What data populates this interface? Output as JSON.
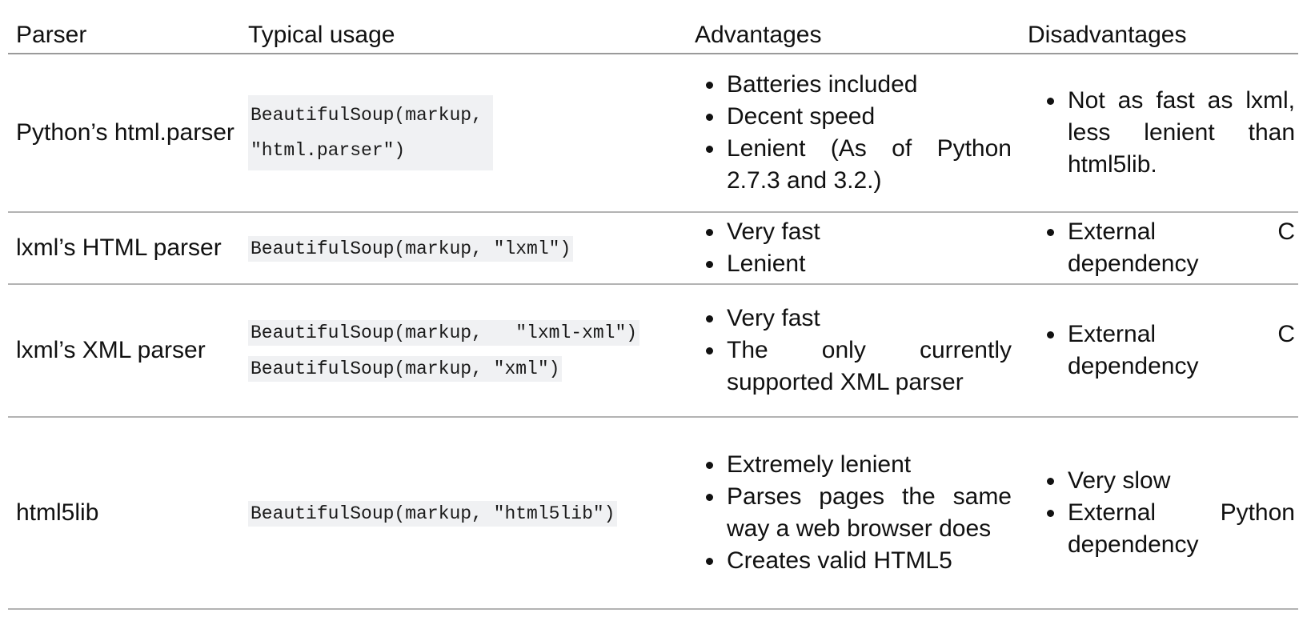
{
  "table": {
    "headers": {
      "parser": "Parser",
      "usage": "Typical usage",
      "advantages": "Advantages",
      "disadvantages": "Disadvantages"
    },
    "rows": [
      {
        "name": "Python’s html.parser",
        "usage": [
          "BeautifulSoup(markup, \"html.parser\")"
        ],
        "advantages": [
          "Batteries included",
          "Decent speed",
          "Lenient (As of Python 2.7.3 and 3.2.)"
        ],
        "disadvantages": [
          "Not as fast as lxml, less lenient than html5lib."
        ]
      },
      {
        "name": "lxml’s HTML parser",
        "usage": [
          "BeautifulSoup(markup, \"lxml\")"
        ],
        "advantages": [
          "Very fast",
          "Lenient"
        ],
        "disadvantages": [
          "External C dependency"
        ]
      },
      {
        "name": "lxml’s XML parser",
        "usage": [
          "BeautifulSoup(markup,   \"lxml-xml\")",
          "BeautifulSoup(markup, \"xml\")"
        ],
        "advantages": [
          "Very fast",
          "The only currently supported XML parser"
        ],
        "disadvantages": [
          "External C dependency"
        ]
      },
      {
        "name": "html5lib",
        "usage": [
          "BeautifulSoup(markup, \"html5lib\")"
        ],
        "advantages": [
          "Extremely lenient",
          "Parses pages the same way a web browser does",
          "Creates valid HTML5"
        ],
        "disadvantages": [
          "Very slow",
          "External Python dependency"
        ]
      }
    ]
  }
}
